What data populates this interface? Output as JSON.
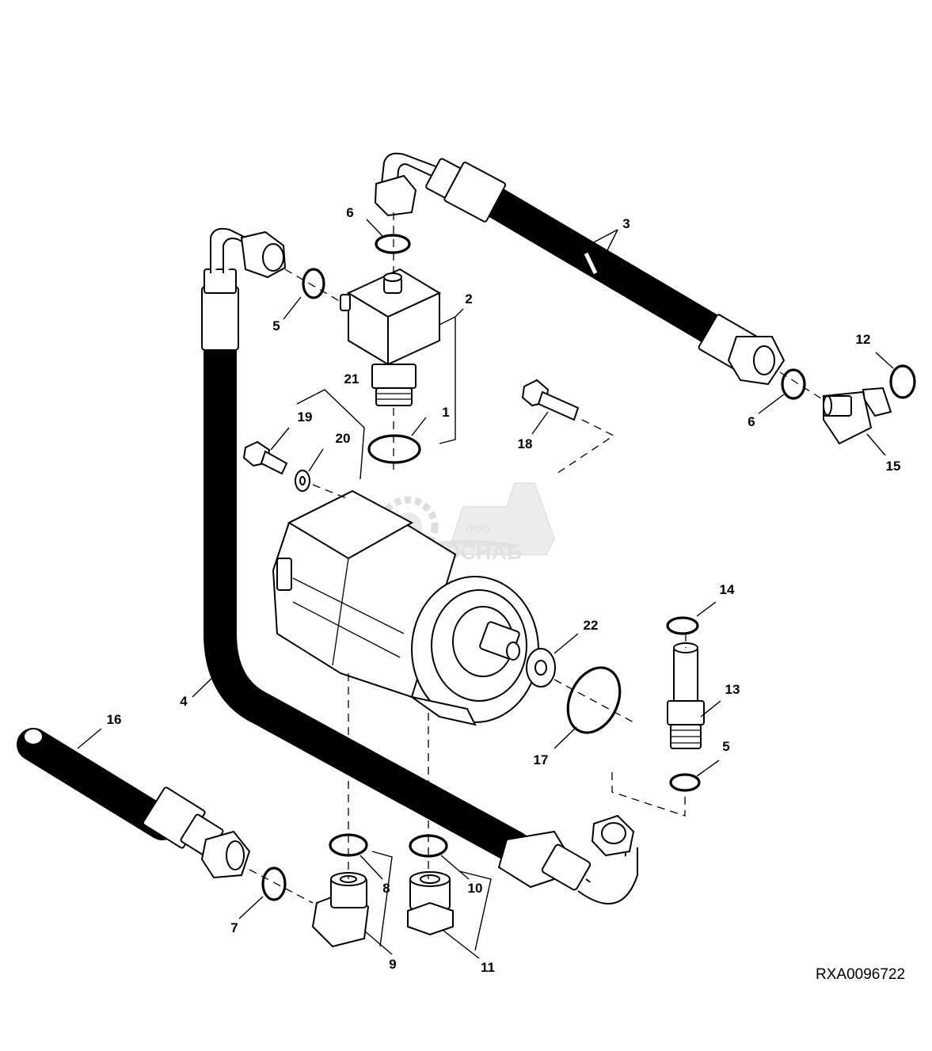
{
  "diagram": {
    "reference_code": "RXA0096722",
    "watermark": {
      "prefix": "ООО",
      "brand": "АГРОСНАБ"
    },
    "callouts": {
      "c1": "1",
      "c2": "2",
      "c3": "3",
      "c4": "4",
      "c5a": "5",
      "c5b": "5",
      "c6a": "6",
      "c6b": "6",
      "c7": "7",
      "c8": "8",
      "c9": "9",
      "c10": "10",
      "c11": "11",
      "c12": "12",
      "c13": "13",
      "c14": "14",
      "c15": "15",
      "c16": "16",
      "c17": "17",
      "c18": "18",
      "c19": "19",
      "c20": "20",
      "c21": "21",
      "c22": "22"
    }
  }
}
